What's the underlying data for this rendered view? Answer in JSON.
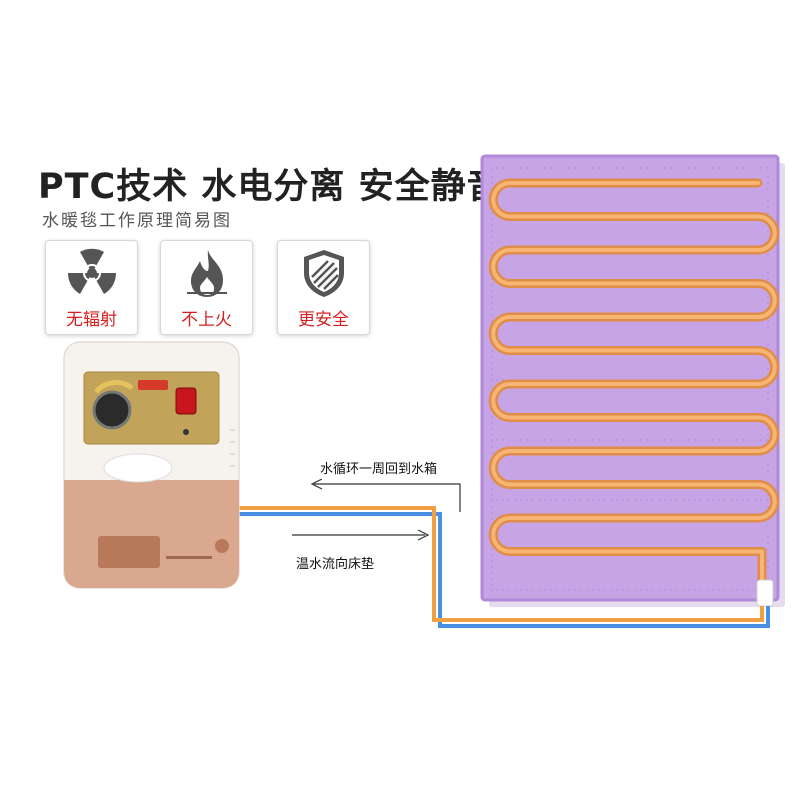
{
  "headline": "PTC技术 水电分离 安全静音",
  "subtitle": "水暖毯工作原理简易图",
  "features": [
    {
      "label": "无辐射",
      "icon": "radiation-icon"
    },
    {
      "label": "不上火",
      "icon": "flame-icon"
    },
    {
      "label": "更安全",
      "icon": "shield-icon"
    }
  ],
  "flow": {
    "return_label": "水循环一周回到水箱",
    "supply_label": "温水流向床垫"
  },
  "colors": {
    "mat": "#c6a4e6",
    "mat_border": "#b089d9",
    "heating_tube": "#f2a35a",
    "hot_pipe": "#f0a040",
    "cold_pipe": "#4a90e2",
    "device_body": "#f6f3ee",
    "device_tank": "#d9a88e",
    "accent_red": "#d62020"
  }
}
